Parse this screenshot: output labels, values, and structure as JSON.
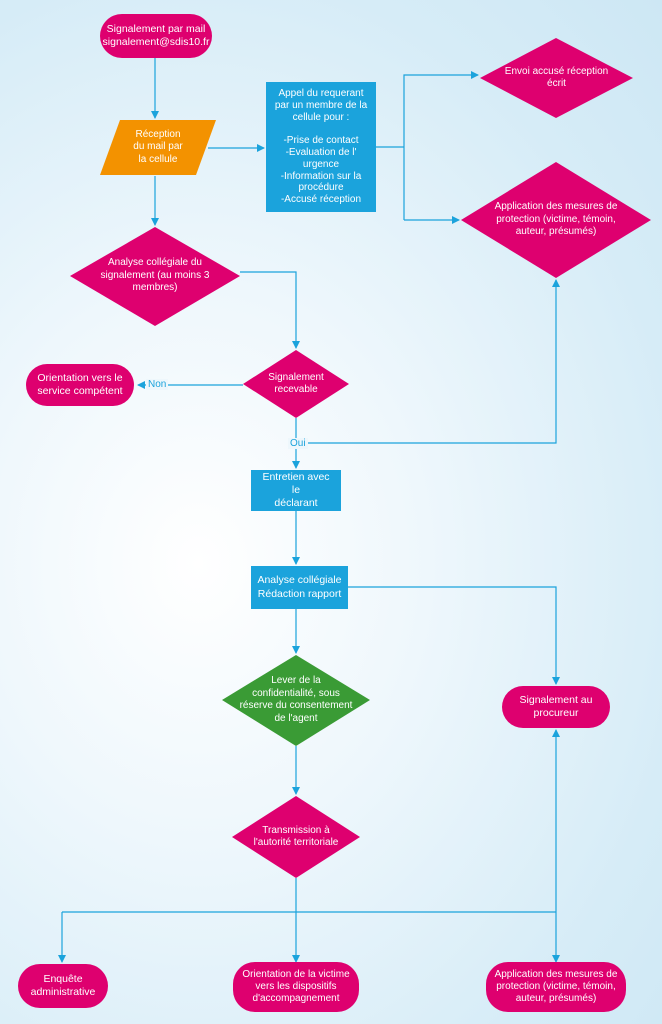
{
  "colors": {
    "pink": "#de006f",
    "blue": "#1ba3dc",
    "orange": "#f39200",
    "green": "#3a9b35",
    "line": "#1ba3dc"
  },
  "nodes": {
    "start": "Signalement par mail\nsignalement@sdis10.fr",
    "reception": "Réception\ndu mail par\nla cellule",
    "appel": "Appel du requerant\npar un membre de la\ncellule pour :\n\n-Prise de contact\n-Evaluation de l'\nurgence\n-Information sur la\nprocédure\n-Accusé réception",
    "envoi": "Envoi accusé réception\nécrit",
    "application1": "Application des mesures de\nprotection (victime, témoin,\nauteur, présumés)",
    "analyse1": "Analyse collégiale du\nsignalement (au moins 3\nmembres)",
    "recevable": "Signalement\nrecevable",
    "orientation_service": "Orientation vers le\nservice compétent",
    "entretien": "Entretien avec le\ndéclarant",
    "analyse2": "Analyse collégiale\nRédaction rapport",
    "lever": "Lever de la\nconfidentialité, sous\nréserve du consentement\nde l'agent",
    "procureur": "Signalement au\nprocureur",
    "transmission": "Transmission à\nl'autorité  territoriale",
    "enquete": "Enquête\nadministrative",
    "orientation_victime": "Orientation de la victime\nvers les dispositifs\nd'accompagnement",
    "application2": "Application des mesures de\nprotection (victime, témoin,\nauteur, présumés)"
  },
  "edge_labels": {
    "non": "Non",
    "oui": "Oui"
  }
}
